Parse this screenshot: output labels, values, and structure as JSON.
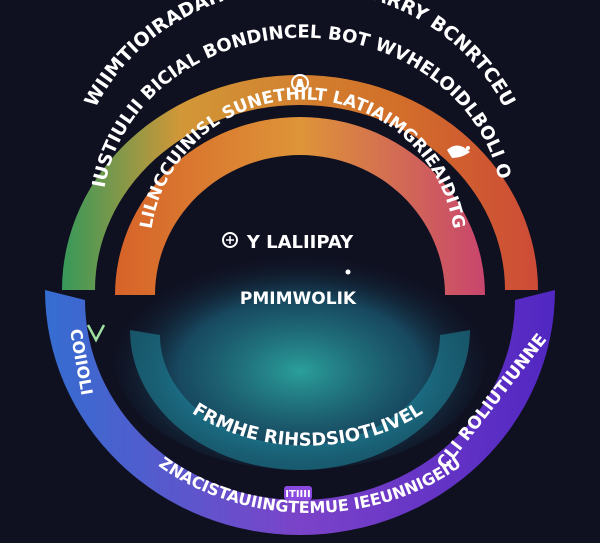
{
  "colors": {
    "background": "#0f1020",
    "outer_arc_left": "#e8a63a",
    "outer_arc_right": "#e2513a",
    "inner_arc_left": "#e86a2a",
    "inner_arc_right": "#d84a74",
    "bottom_ring_left": "#3a7ae8",
    "bottom_ring_mid": "#8a4ae0",
    "bottom_ring_right": "#5a2ad8",
    "center_glow": "#2fb8b0"
  },
  "diagram": {
    "top_outer_text": "WIIMTIOIRADAHCHCESE FFF EARRY BCNRTCEU",
    "outer_arc_text": "LIUSTIULII BICIAL BONDINCEL BOT WVHELOIDLBOLI OCI",
    "inner_arc_text": "LILNCCUINISL SUNETHILT LATIAIMGRIEAIDITG",
    "center_title": "Y LALIIPAY",
    "center_subtitle": "PMIMWOLIK",
    "bottom_inner_text": "FRMHE RIHSDSIOTLIVEL",
    "bottom_outer_text": "ZNACISTAUIINGTEMUE IEEUNNIGEIU",
    "bottom_left_text": "COIIOLI",
    "bottom_right_text": "CLI ROLIUTIUNNE",
    "bottom_label": "ITIIII"
  },
  "icons": [
    "hands-icon",
    "chess-piece-icon",
    "bird-icon",
    "v-arrow-icon"
  ]
}
